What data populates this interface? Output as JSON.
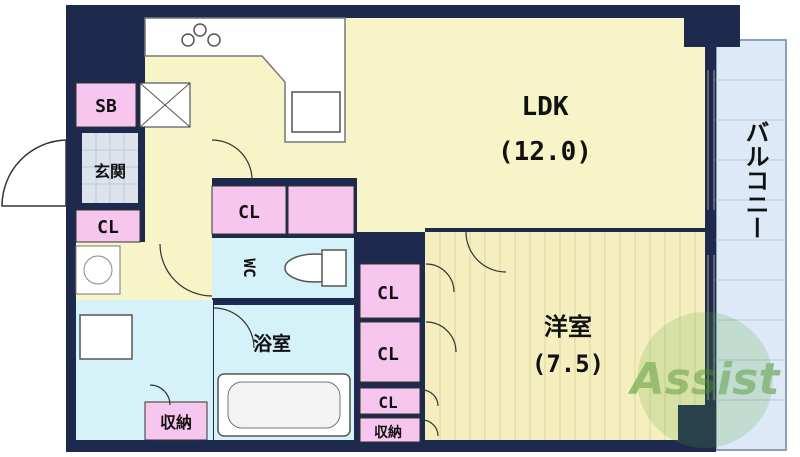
{
  "rooms": {
    "ldk": {
      "name": "LDK",
      "size": "(12.0)"
    },
    "western": {
      "name": "洋室",
      "size": "(7.5)"
    },
    "bath": {
      "name": "浴室"
    },
    "wc": {
      "name": "WC"
    },
    "entrance": {
      "name": "玄関"
    },
    "sb": {
      "name": "SB"
    },
    "balcony": {
      "name": "バルコニー"
    }
  },
  "closets": {
    "cl_entrance": "CL",
    "cl_hall": "CL",
    "cl_western_1": "CL",
    "cl_western_2": "CL",
    "cl_western_3": "CL",
    "storage_bath": "収納",
    "storage_western": "収納"
  },
  "watermark": "Assist",
  "colors": {
    "wall": "#1d2a4e",
    "ldk": "#f7f4c8",
    "western": "#f5efc0",
    "wet_area": "#d4f2f7",
    "closet": "#f6c6ef",
    "balcony": "#dde9f6",
    "watermark": "#5aa63a"
  }
}
